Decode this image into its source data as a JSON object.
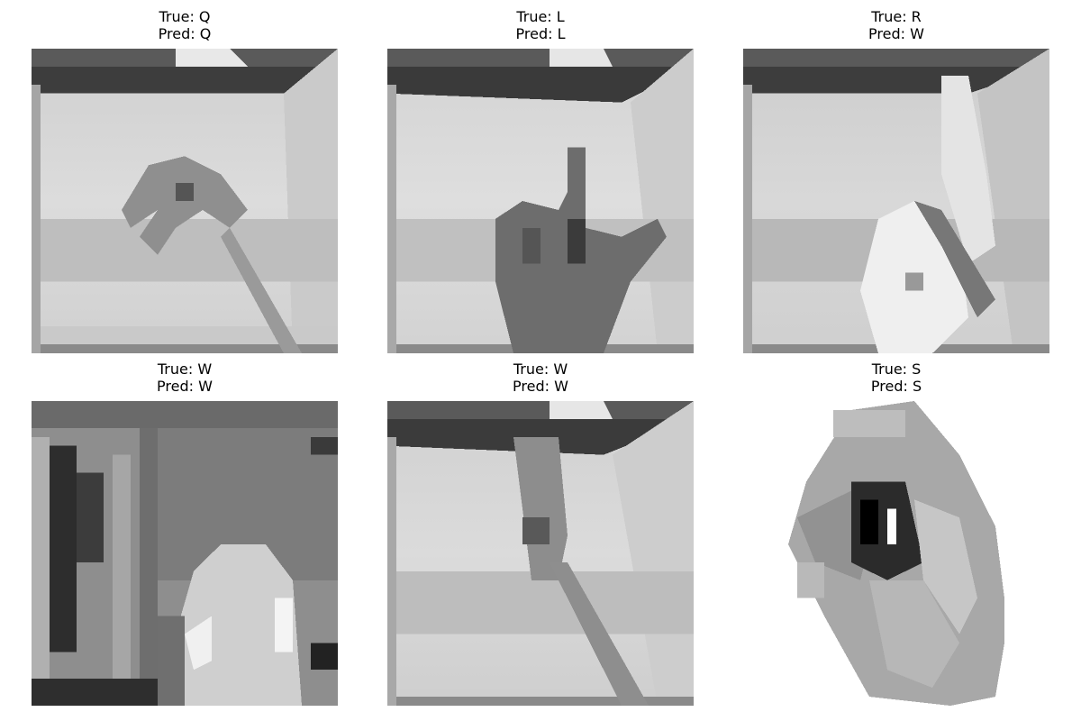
{
  "panels": [
    {
      "true_label": "True: Q",
      "pred_label": "Pred: Q",
      "scene": "hand-sign-q"
    },
    {
      "true_label": "True: L",
      "pred_label": "Pred: L",
      "scene": "hand-sign-l"
    },
    {
      "true_label": "True: R",
      "pred_label": "Pred: W",
      "scene": "hand-sign-r"
    },
    {
      "true_label": "True: W",
      "pred_label": "Pred: W",
      "scene": "hand-sign-w-room"
    },
    {
      "true_label": "True: W",
      "pred_label": "Pred: W",
      "scene": "hand-sign-w"
    },
    {
      "true_label": "True: S",
      "pred_label": "Pred: S",
      "scene": "hand-sign-s-fist"
    }
  ]
}
